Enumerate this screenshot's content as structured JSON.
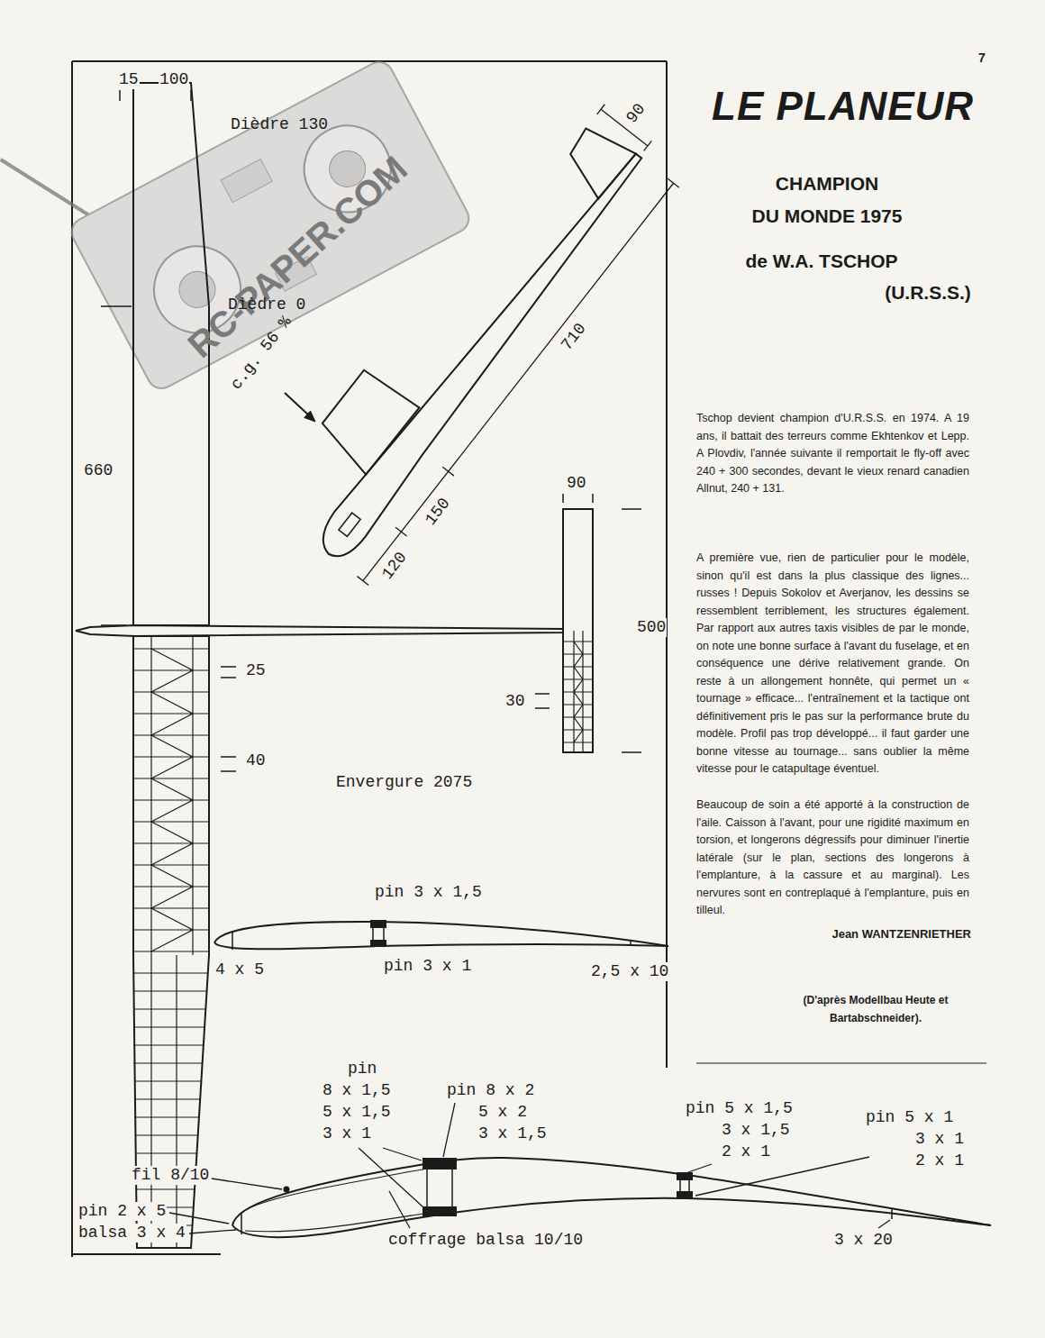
{
  "diagram": {
    "title": "LE PLANEUR",
    "labels": [
      "7",
      "CHAMPION",
      "DU MONDE 1975",
      "de W.A. TSCHOP",
      "(U.R.S.S.)",
      "Tschop devient champion d'U.R.S.S. en 1974. A 19 ans, il battait des terreurs comme Ekhtenkov et Lepp. A Plovdiv, l'année suivante il remportait le fly-off avec 240 + 300 secondes, devant le vieux renard canadien Allnut, 240 + 131.",
      "A première vue, rien de particulier pour le modèle, sinon qu'il est dans la plus classique des lignes... russes ! Depuis Sokolov et Averjanov, les dessins se ressemblent terriblement, les structures également. Par rapport aux autres taxis visibles de par le monde, on note une bonne surface à l'avant du fuselage, et en conséquence une dérive relativement grande. On reste à un allongement honnête, qui permet un « tournage » efficace... l'entraînement et la tactique ont définitivement pris le pas sur la performance brute du modèle. Profil pas trop développé... il faut garder une bonne vitesse au tournage... sans oublier la même vitesse pour le catapultage éventuel.",
      "Beaucoup de soin a été apporté à la construction de l'aile. Caisson à l'avant, pour une rigidité maximum en torsion, et longerons dégressifs pour diminuer l'inertie latérale (sur le plan, sections des longerons à l'emplanture, à la cassure et au marginal). Les nervures sont en contreplaqué à l'emplanture, puis en tilleul.",
      "Jean WANTZENRIETHER",
      "(D'après Modellbau Heute et Bartabschneider).",
      "RC-PAPER.COM",
      "15",
      "100",
      "Dièdre 130",
      "Dièdre 0",
      "c.g. 56 %",
      "660",
      "710",
      "90",
      "150",
      "120",
      "90",
      "500",
      "25",
      "40",
      "30",
      "Envergure 2075",
      "pin 3 x 1,5",
      "4 x 5",
      "pin 3 x 1",
      "2,5 x 10",
      "pin",
      "8 x 1,5",
      "5 x 1,5",
      "3 x 1",
      "pin 8 x 2",
      "5 x 2",
      "3 x 1,5",
      "pin 5 x 1,5",
      "3 x 1,5",
      "2 x 1",
      "pin 5 x 1",
      "3 x 1",
      "2 x 1",
      "fil 8/10",
      "pin 2 x 5",
      "balsa 3 x 4",
      "coffrage balsa 10/10",
      "3 x 20"
    ]
  }
}
